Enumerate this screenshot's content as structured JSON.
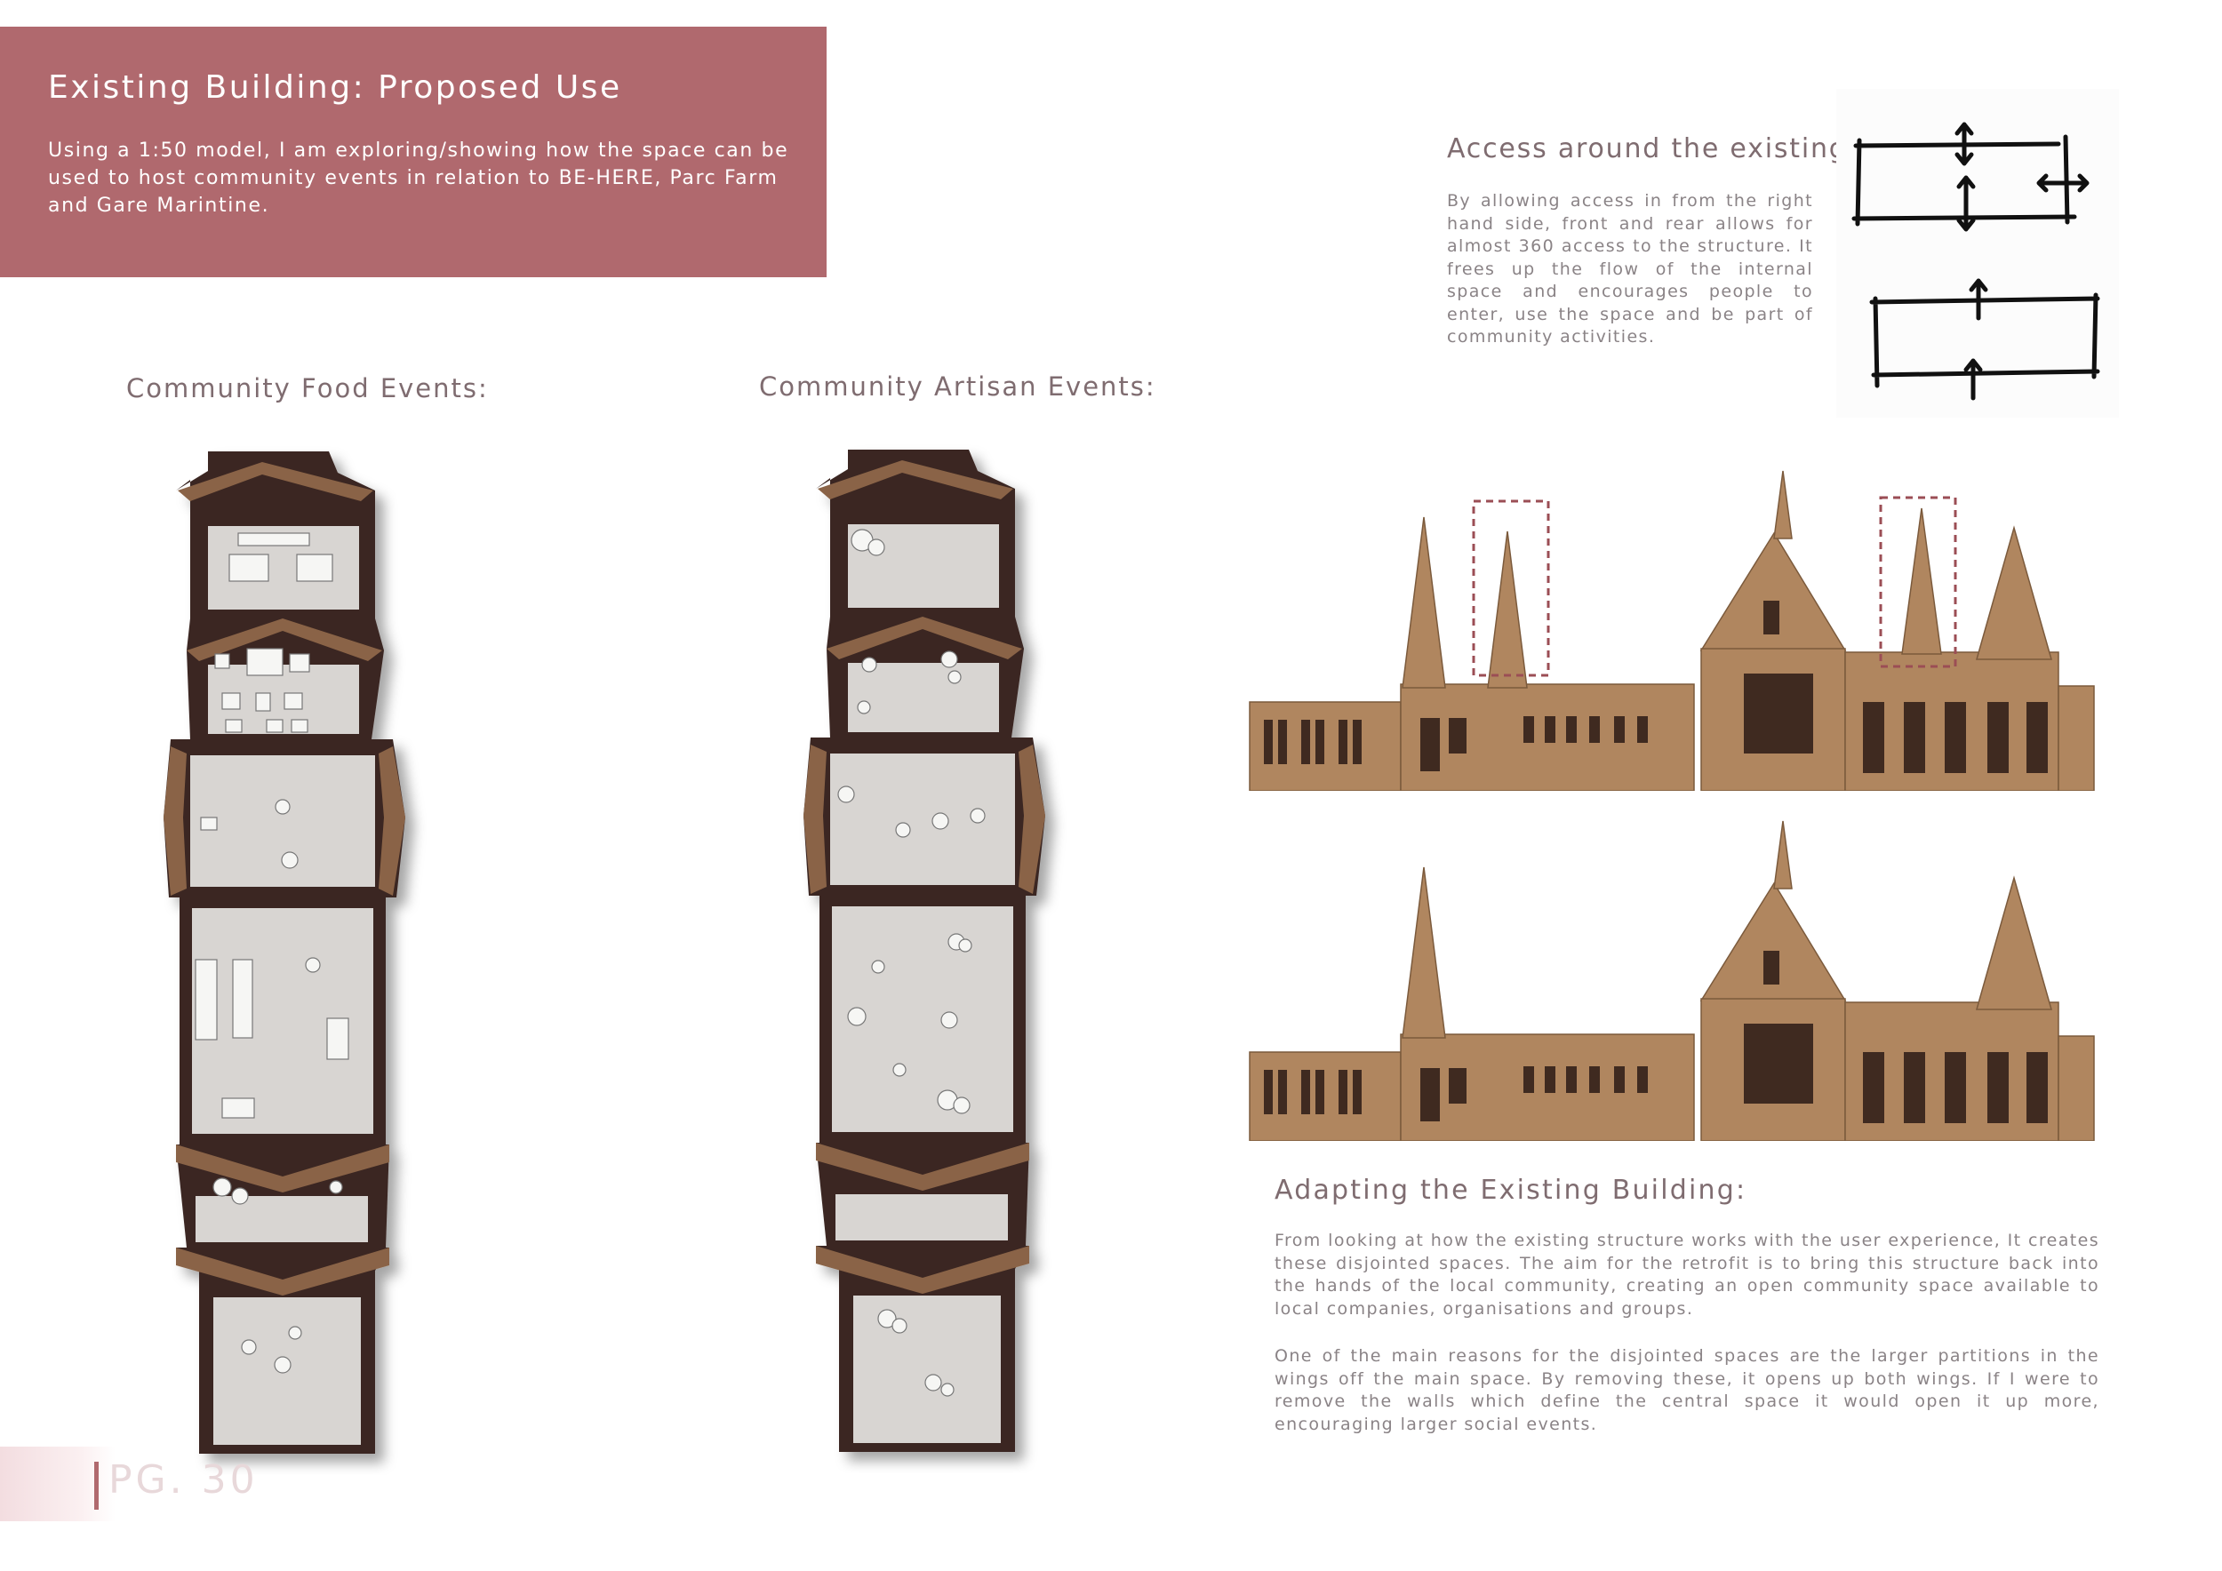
{
  "header": {
    "title": "Existing Building: Proposed Use",
    "intro": "Using a 1:50 model, I am exploring/showing how the space can be used to host community events in relation to BE-HERE, Parc Farm and Gare Marintine."
  },
  "plans": {
    "food_heading": "Community Food Events:",
    "artisan_heading": "Community Artisan Events:"
  },
  "access": {
    "heading": "Access around the existing:",
    "body": "By allowing access in from the right hand side, front and rear allows for almost 360 access to the structure. It frees up the flow of the internal space and encourages people to enter, use the space and be part of community activities."
  },
  "adapting": {
    "heading": "Adapting the Existing Building:",
    "para1": "From looking at how the existing structure works with the user experience, It creates these disjointed spaces. The aim for the retrofit is to bring this structure back into the hands of the local community, creating an open community space available to local companies, organisations and groups.",
    "para2": "One of the main reasons for the disjointed spaces are the larger partitions in the wings off the main space. By removing these, it opens up both wings. If I were to remove the walls which define the central space it would open it up more, encouraging larger social events."
  },
  "footer": {
    "page_number": "PG. 30"
  },
  "colors": {
    "accent": "#b0696e",
    "model_wood": "#b0865f",
    "model_dark": "#3a2622",
    "floor": "#d8d5d2"
  }
}
